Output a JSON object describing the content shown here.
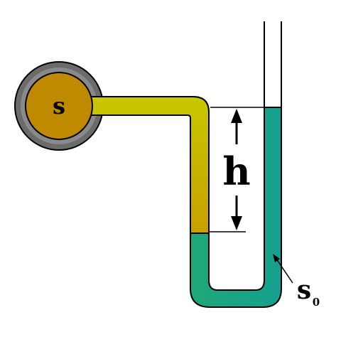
{
  "labels": {
    "source": "s",
    "height": "h",
    "reference_main": "s",
    "reference_sub": "0"
  },
  "colors": {
    "outline": "#000000",
    "ring_outer": "#6b6b6b",
    "ring_inner": "#8a8a8a",
    "bulb_fill": "#c08a00",
    "pipe_top": "#c8c800",
    "pipe_bottom": "#c8a000",
    "fluid_light": "#1fa878",
    "fluid_dark": "#16a090",
    "tube_empty": "#ffffff"
  }
}
